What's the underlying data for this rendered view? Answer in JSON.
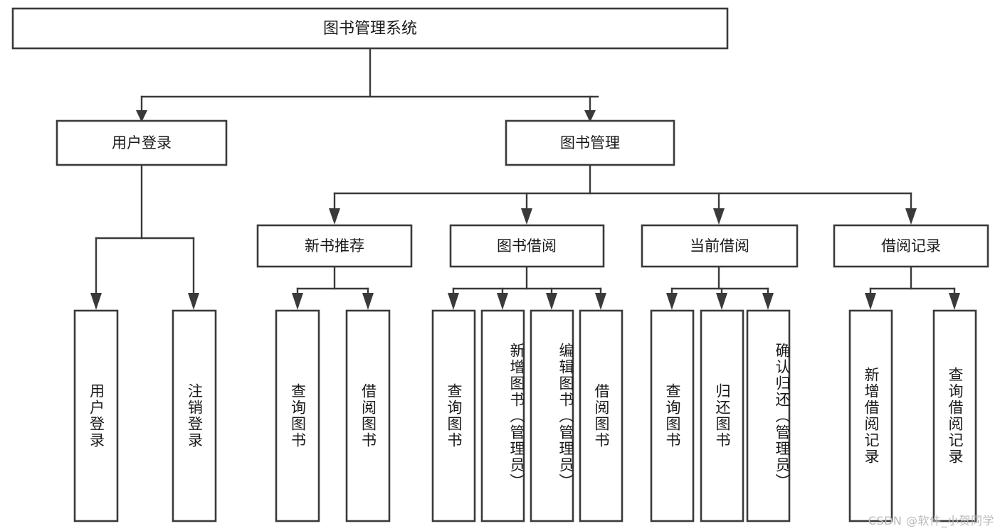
{
  "diagram": {
    "title": "图书管理系统",
    "type": "tree-hierarchy",
    "watermark": "CSDN @软件_小贺同学",
    "colors": {
      "box_stroke": "#3a3a3a",
      "box_fill": "#ffffff",
      "connector": "#3a3a3a",
      "text": "#1a1a1a",
      "watermark": "#b9b9b9",
      "background": "#ffffff"
    },
    "root": {
      "label": "图书管理系统"
    },
    "level2": [
      {
        "label": "用户登录"
      },
      {
        "label": "图书管理"
      }
    ],
    "level3": [
      {
        "label": "新书推荐"
      },
      {
        "label": "图书借阅"
      },
      {
        "label": "当前借阅"
      },
      {
        "label": "借阅记录"
      }
    ],
    "leaves": {
      "user_login": [
        {
          "label": "用户登录"
        },
        {
          "label": "注销登录"
        }
      ],
      "new_book_recommend": [
        {
          "label": "查询图书"
        },
        {
          "label": "借阅图书"
        }
      ],
      "book_borrow": [
        {
          "label": "查询图书"
        },
        {
          "label": "新增图书（管理员）"
        },
        {
          "label": "编辑图书（管理员）"
        },
        {
          "label": "借阅图书"
        }
      ],
      "current_borrow": [
        {
          "label": "查询图书"
        },
        {
          "label": "归还图书"
        },
        {
          "label": "确认归还（管理员）"
        }
      ],
      "borrow_record": [
        {
          "label": "新增借阅记录"
        },
        {
          "label": "查询借阅记录"
        }
      ]
    }
  }
}
